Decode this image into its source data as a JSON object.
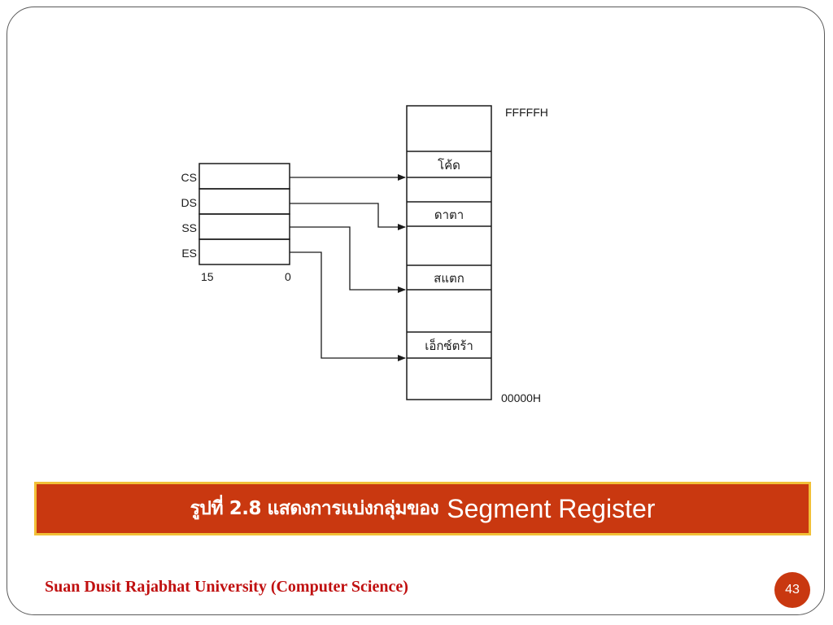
{
  "diagram": {
    "registers": [
      "CS",
      "DS",
      "SS",
      "ES"
    ],
    "bit_high": "15",
    "bit_low": "0",
    "memory_top_address": "FFFFFH",
    "memory_bottom_address": "00000H",
    "segments": {
      "code": "โค้ด",
      "data": "ดาตา",
      "stack": "สแตก",
      "extra": "เอ็กซ์ตร้า"
    }
  },
  "caption": {
    "thai": "รูปที่ 2.8 แสดงการแบ่งกลุ่มของ",
    "english": "Segment Register"
  },
  "footer": {
    "institution": "Suan Dusit Rajabhat University (Computer Science)",
    "page_number": "43"
  },
  "colors": {
    "caption_bg": "#c93810",
    "caption_border": "#f2c037",
    "footer_text": "#c01010",
    "badge_bg": "#c93810"
  }
}
